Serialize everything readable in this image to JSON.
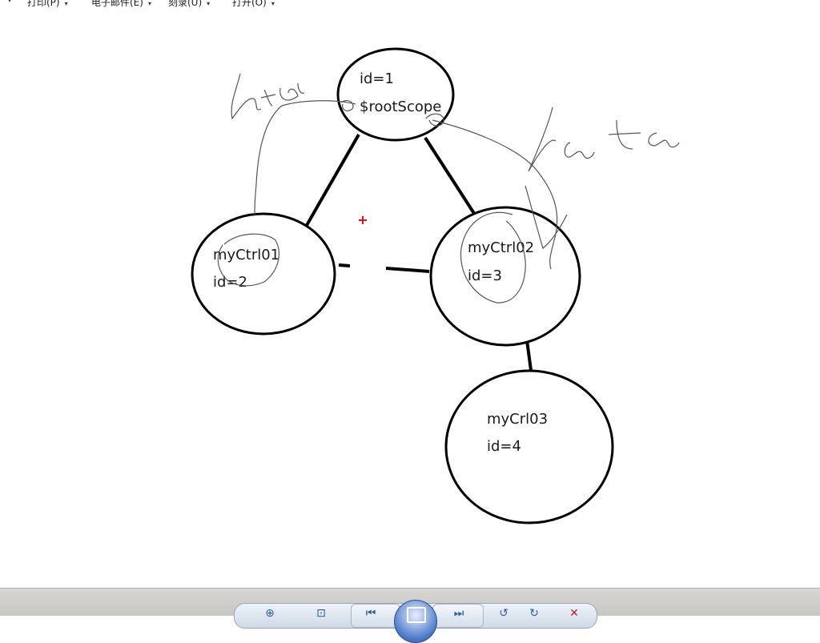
{
  "menu": {
    "items": [
      {
        "label": "打印(P)"
      },
      {
        "label": "电子邮件(E)"
      },
      {
        "label": "刻录(U)"
      },
      {
        "label": "打开(O)"
      }
    ]
  },
  "diagram": {
    "nodes": [
      {
        "line1": "id=1",
        "line2": "$rootScope"
      },
      {
        "line1": "myCtrl01",
        "line2": "id=2"
      },
      {
        "line1": "myCtrl02",
        "line2": "id=3"
      },
      {
        "line1": "myCrl03",
        "line2": "id=4"
      }
    ],
    "annotations": {
      "left": "data",
      "right": "data"
    },
    "cursor_color": "#e01010"
  },
  "toolbar": {
    "buttons": [
      {
        "icon": "zoom-icon"
      },
      {
        "icon": "fit-window-icon"
      },
      {
        "icon": "previous-icon"
      },
      {
        "icon": "slideshow-icon"
      },
      {
        "icon": "next-icon"
      },
      {
        "icon": "rotate-left-icon"
      },
      {
        "icon": "rotate-right-icon"
      },
      {
        "icon": "delete-icon"
      }
    ]
  }
}
